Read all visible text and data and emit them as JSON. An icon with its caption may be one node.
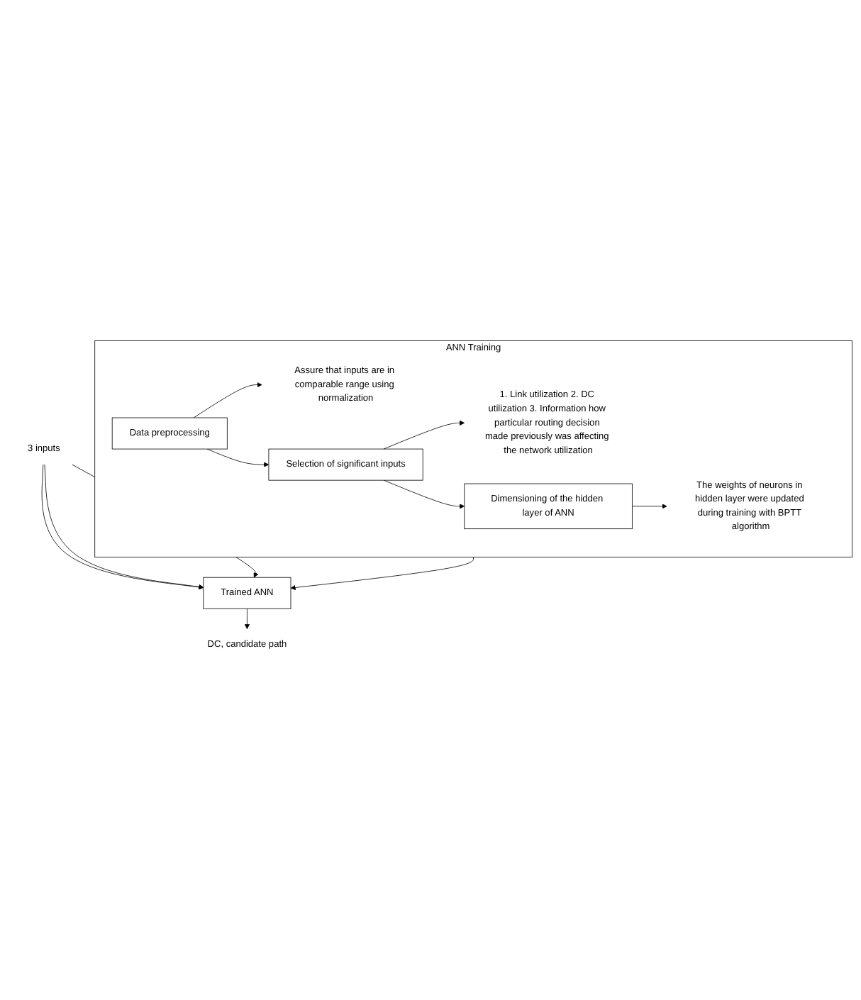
{
  "diagram": {
    "nodes": [
      {
        "text": [
          "ANN Training"
        ]
      },
      {
        "text": [
          "Data preprocessing"
        ],
        "in": 0
      },
      {
        "text": [
          "Assure that inputs are in comparable range using normalization"
        ],
        "in": 0
      },
      {
        "text": [
          "Selection of significant inputs"
        ],
        "in": 0
      },
      {
        "text": [
          "1. Link utilization 2. DC utilization 3. Information how particular routing decision made previously was affecting the network utilization"
        ],
        "in": 0
      },
      {
        "text": [
          "Dimensioning of the hidden layer of ANN"
        ],
        "in": 0
      },
      {
        "text": [
          "The weights of neurons in hidden layer were updated during training with BPTT algorithm"
        ],
        "in": 0
      },
      {
        "text": [
          "3 inputs"
        ]
      },
      {
        "text": [
          "Trained ANN"
        ]
      },
      {
        "text": [
          "DC, candidate path"
        ]
      }
    ],
    "edges": [
      {
        "from": 1,
        "to": 2,
        "arrow": "to"
      },
      {
        "from": 1,
        "to": 3,
        "arrow": "to"
      },
      {
        "from": 3,
        "to": 4,
        "arrow": "to"
      },
      {
        "from": 3,
        "to": 5,
        "arrow": "to"
      },
      {
        "from": 5,
        "to": 6,
        "arrow": "to"
      },
      {
        "from": 0,
        "to": 8,
        "arrow": "to"
      },
      {
        "from": 7,
        "to": 8,
        "arrow": "to"
      },
      {
        "from": 7,
        "to": 8,
        "arrow": "to"
      },
      {
        "from": 7,
        "to": 8,
        "arrow": "to"
      },
      {
        "from": 8,
        "to": 9,
        "arrow": "to"
      }
    ]
  }
}
